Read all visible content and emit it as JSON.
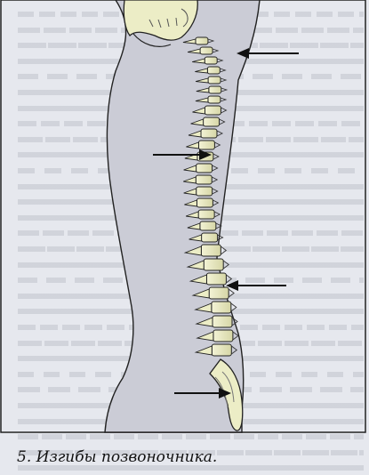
{
  "figure": {
    "caption": "5. Изгибы позвоночника.",
    "colors": {
      "background": "#e6e8ee",
      "body_fill": "#cbccd6",
      "bone": "#ecedc6",
      "bone_shade": "#bfc08e",
      "outline": "#1a1a1a"
    },
    "arrows": [
      {
        "name": "cervical-curve-arrow"
      },
      {
        "name": "thoracic-curve-arrow"
      },
      {
        "name": "lumbar-curve-arrow"
      },
      {
        "name": "sacral-curve-arrow"
      }
    ]
  }
}
